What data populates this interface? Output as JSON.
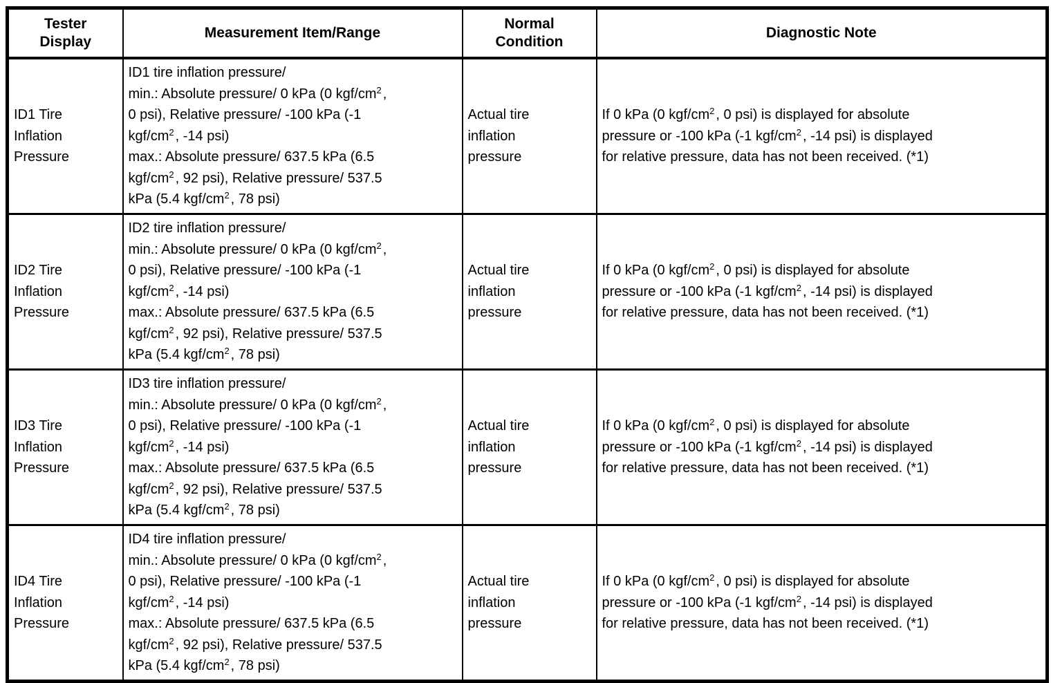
{
  "table": {
    "columns": [
      {
        "label": "Tester\nDisplay"
      },
      {
        "label": "Measurement Item/Range"
      },
      {
        "label": "Normal\nCondition"
      },
      {
        "label": "Diagnostic Note"
      }
    ],
    "rows": [
      {
        "tester_display": "ID1 Tire\nInflation\nPressure",
        "measurement_item_range": "ID1 tire inflation pressure/\nmin.: Absolute pressure/ 0 kPa (0 kgf/cm²,\n0 psi), Relative pressure/ -100 kPa (-1\nkgf/cm², -14 psi)\nmax.: Absolute pressure/ 637.5 kPa (6.5\nkgf/cm², 92 psi), Relative pressure/ 537.5\nkPa (5.4 kgf/cm², 78 psi)",
        "normal_condition": "Actual tire\ninflation\npressure",
        "diagnostic_note": "If 0 kPa (0 kgf/cm², 0 psi) is displayed for absolute\npressure or -100 kPa (-1 kgf/cm², -14 psi) is displayed\nfor relative pressure, data has not been received. (*1)"
      },
      {
        "tester_display": "ID2 Tire\nInflation\nPressure",
        "measurement_item_range": "ID2 tire inflation pressure/\nmin.: Absolute pressure/ 0 kPa (0 kgf/cm²,\n0 psi), Relative pressure/ -100 kPa (-1\nkgf/cm², -14 psi)\nmax.: Absolute pressure/ 637.5 kPa (6.5\nkgf/cm², 92 psi), Relative pressure/ 537.5\nkPa (5.4 kgf/cm², 78 psi)",
        "normal_condition": "Actual tire\ninflation\npressure",
        "diagnostic_note": "If 0 kPa (0 kgf/cm², 0 psi) is displayed for absolute\npressure or -100 kPa (-1 kgf/cm², -14 psi) is displayed\nfor relative pressure, data has not been received. (*1)"
      },
      {
        "tester_display": "ID3 Tire\nInflation\nPressure",
        "measurement_item_range": "ID3 tire inflation pressure/\nmin.: Absolute pressure/ 0 kPa (0 kgf/cm²,\n0 psi), Relative pressure/ -100 kPa (-1\nkgf/cm², -14 psi)\nmax.: Absolute pressure/ 637.5 kPa (6.5\nkgf/cm², 92 psi), Relative pressure/ 537.5\nkPa (5.4 kgf/cm², 78 psi)",
        "normal_condition": "Actual tire\ninflation\npressure",
        "diagnostic_note": "If 0 kPa (0 kgf/cm², 0 psi) is displayed for absolute\npressure or -100 kPa (-1 kgf/cm², -14 psi) is displayed\nfor relative pressure, data has not been received. (*1)"
      },
      {
        "tester_display": "ID4 Tire\nInflation\nPressure",
        "measurement_item_range": "ID4 tire inflation pressure/\nmin.: Absolute pressure/ 0 kPa (0 kgf/cm²,\n0 psi), Relative pressure/ -100 kPa (-1\nkgf/cm², -14 psi)\nmax.: Absolute pressure/ 637.5 kPa (6.5\nkgf/cm², 92 psi), Relative pressure/ 537.5\nkPa (5.4 kgf/cm², 78 psi)",
        "normal_condition": "Actual tire\ninflation\npressure",
        "diagnostic_note": "If 0 kPa (0 kgf/cm², 0 psi) is displayed for absolute\npressure or -100 kPa (-1 kgf/cm², -14 psi) is displayed\nfor relative pressure, data has not been received. (*1)"
      }
    ]
  }
}
